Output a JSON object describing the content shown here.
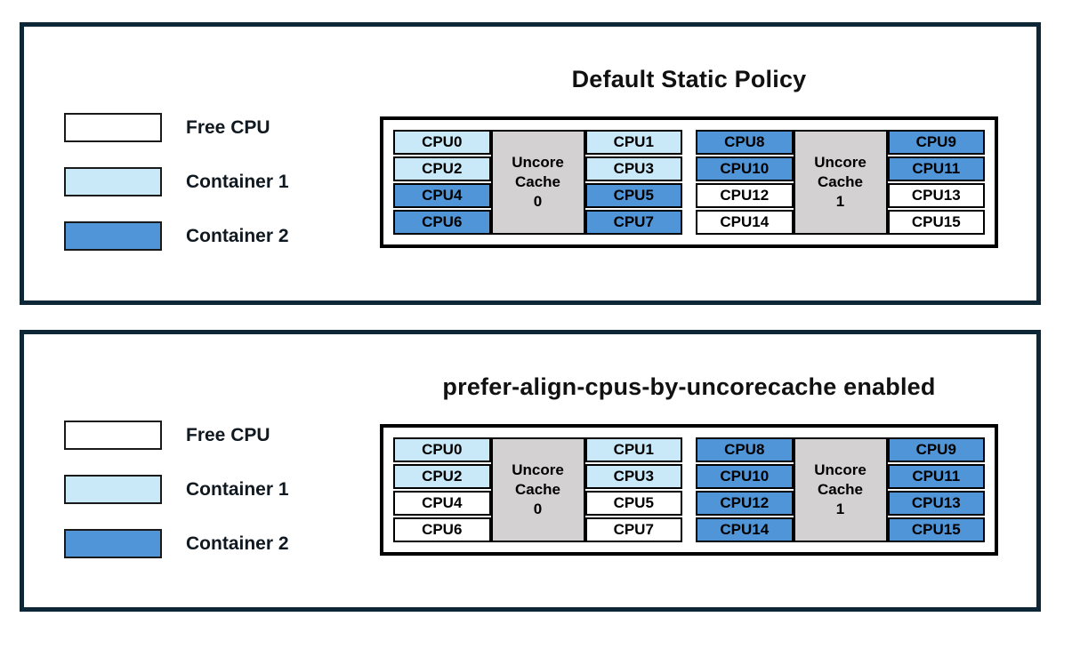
{
  "colors": {
    "free_cpu": "#ffffff",
    "container1": "#c9e8f8",
    "container2": "#4f95d8",
    "uncore_cache": "#d3d1d1",
    "panel_border": "#0d2736",
    "cell_border": "#000000"
  },
  "legend": {
    "items": [
      {
        "label": "Free CPU",
        "color": "#ffffff"
      },
      {
        "label": "Container 1",
        "color": "#c9e8f8"
      },
      {
        "label": "Container 2",
        "color": "#4f95d8"
      }
    ]
  },
  "panels": [
    {
      "title": "Default Static Policy",
      "groups": [
        {
          "cache_lines": [
            "Uncore",
            "Cache",
            "0"
          ],
          "left_cpus": [
            {
              "label": "CPU0",
              "owner": "Container 1",
              "color": "#c9e8f8"
            },
            {
              "label": "CPU2",
              "owner": "Container 1",
              "color": "#c9e8f8"
            },
            {
              "label": "CPU4",
              "owner": "Container 2",
              "color": "#4f95d8"
            },
            {
              "label": "CPU6",
              "owner": "Container 2",
              "color": "#4f95d8"
            }
          ],
          "right_cpus": [
            {
              "label": "CPU1",
              "owner": "Container 1",
              "color": "#c9e8f8"
            },
            {
              "label": "CPU3",
              "owner": "Container 1",
              "color": "#c9e8f8"
            },
            {
              "label": "CPU5",
              "owner": "Container 2",
              "color": "#4f95d8"
            },
            {
              "label": "CPU7",
              "owner": "Container 2",
              "color": "#4f95d8"
            }
          ]
        },
        {
          "cache_lines": [
            "Uncore",
            "Cache",
            "1"
          ],
          "left_cpus": [
            {
              "label": "CPU8",
              "owner": "Container 2",
              "color": "#4f95d8"
            },
            {
              "label": "CPU10",
              "owner": "Container 2",
              "color": "#4f95d8"
            },
            {
              "label": "CPU12",
              "owner": "Free CPU",
              "color": "#ffffff"
            },
            {
              "label": "CPU14",
              "owner": "Free CPU",
              "color": "#ffffff"
            }
          ],
          "right_cpus": [
            {
              "label": "CPU9",
              "owner": "Container 2",
              "color": "#4f95d8"
            },
            {
              "label": "CPU11",
              "owner": "Container 2",
              "color": "#4f95d8"
            },
            {
              "label": "CPU13",
              "owner": "Free CPU",
              "color": "#ffffff"
            },
            {
              "label": "CPU15",
              "owner": "Free CPU",
              "color": "#ffffff"
            }
          ]
        }
      ]
    },
    {
      "title": "prefer-align-cpus-by-uncorecache enabled",
      "groups": [
        {
          "cache_lines": [
            "Uncore",
            "Cache",
            "0"
          ],
          "left_cpus": [
            {
              "label": "CPU0",
              "owner": "Container 1",
              "color": "#c9e8f8"
            },
            {
              "label": "CPU2",
              "owner": "Container 1",
              "color": "#c9e8f8"
            },
            {
              "label": "CPU4",
              "owner": "Free CPU",
              "color": "#ffffff"
            },
            {
              "label": "CPU6",
              "owner": "Free CPU",
              "color": "#ffffff"
            }
          ],
          "right_cpus": [
            {
              "label": "CPU1",
              "owner": "Container 1",
              "color": "#c9e8f8"
            },
            {
              "label": "CPU3",
              "owner": "Container 1",
              "color": "#c9e8f8"
            },
            {
              "label": "CPU5",
              "owner": "Free CPU",
              "color": "#ffffff"
            },
            {
              "label": "CPU7",
              "owner": "Free CPU",
              "color": "#ffffff"
            }
          ]
        },
        {
          "cache_lines": [
            "Uncore",
            "Cache",
            "1"
          ],
          "left_cpus": [
            {
              "label": "CPU8",
              "owner": "Container 2",
              "color": "#4f95d8"
            },
            {
              "label": "CPU10",
              "owner": "Container 2",
              "color": "#4f95d8"
            },
            {
              "label": "CPU12",
              "owner": "Container 2",
              "color": "#4f95d8"
            },
            {
              "label": "CPU14",
              "owner": "Container 2",
              "color": "#4f95d8"
            }
          ],
          "right_cpus": [
            {
              "label": "CPU9",
              "owner": "Container 2",
              "color": "#4f95d8"
            },
            {
              "label": "CPU11",
              "owner": "Container 2",
              "color": "#4f95d8"
            },
            {
              "label": "CPU13",
              "owner": "Container 2",
              "color": "#4f95d8"
            },
            {
              "label": "CPU15",
              "owner": "Container 2",
              "color": "#4f95d8"
            }
          ]
        }
      ]
    }
  ]
}
